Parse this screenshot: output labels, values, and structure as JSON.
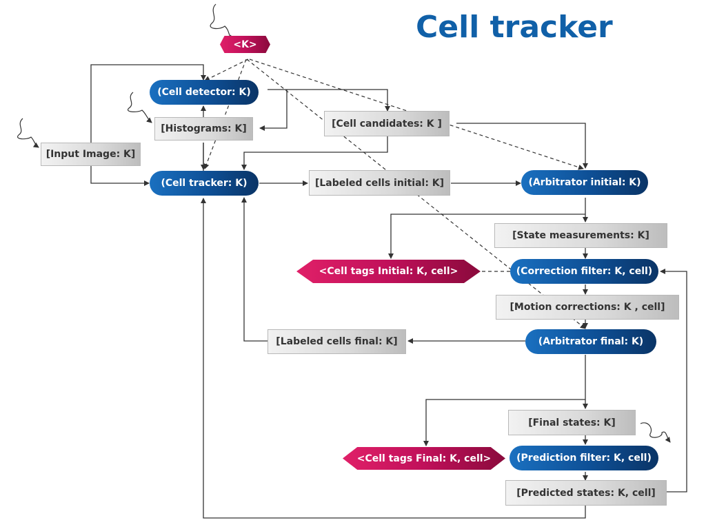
{
  "title": "Cell tracker",
  "nodes": {
    "k": "<K>",
    "cell_detector": "(Cell detector: K)",
    "histograms": "[Histograms: K]",
    "input_image": "[Input Image: K]",
    "cell_candidates": "[Cell candidates: K ]",
    "cell_tracker": "(Cell tracker: K)",
    "labeled_cells_initial": "[Labeled cells initial: K]",
    "arbitrator_initial": "(Arbitrator initial: K)",
    "state_measurements": "[State measurements: K]",
    "cell_tags_initial": "<Cell tags Initial: K, cell>",
    "correction_filter": "(Correction filter: K, cell)",
    "motion_corrections": "[Motion corrections:  K , cell]",
    "labeled_cells_final": "[Labeled cells final: K]",
    "arbitrator_final": "(Arbitrator final: K)",
    "final_states": "[Final states: K]",
    "cell_tags_final": "<Cell tags Final: K, cell>",
    "prediction_filter": "(Prediction filter: K, cell)",
    "predicted_states": "[Predicted states: K, cell]"
  },
  "colors": {
    "process_blue": "#0e4f95",
    "tag_magenta": "#c0105a",
    "data_gray": "#d9d9d9",
    "title_blue": "#1060a8"
  }
}
